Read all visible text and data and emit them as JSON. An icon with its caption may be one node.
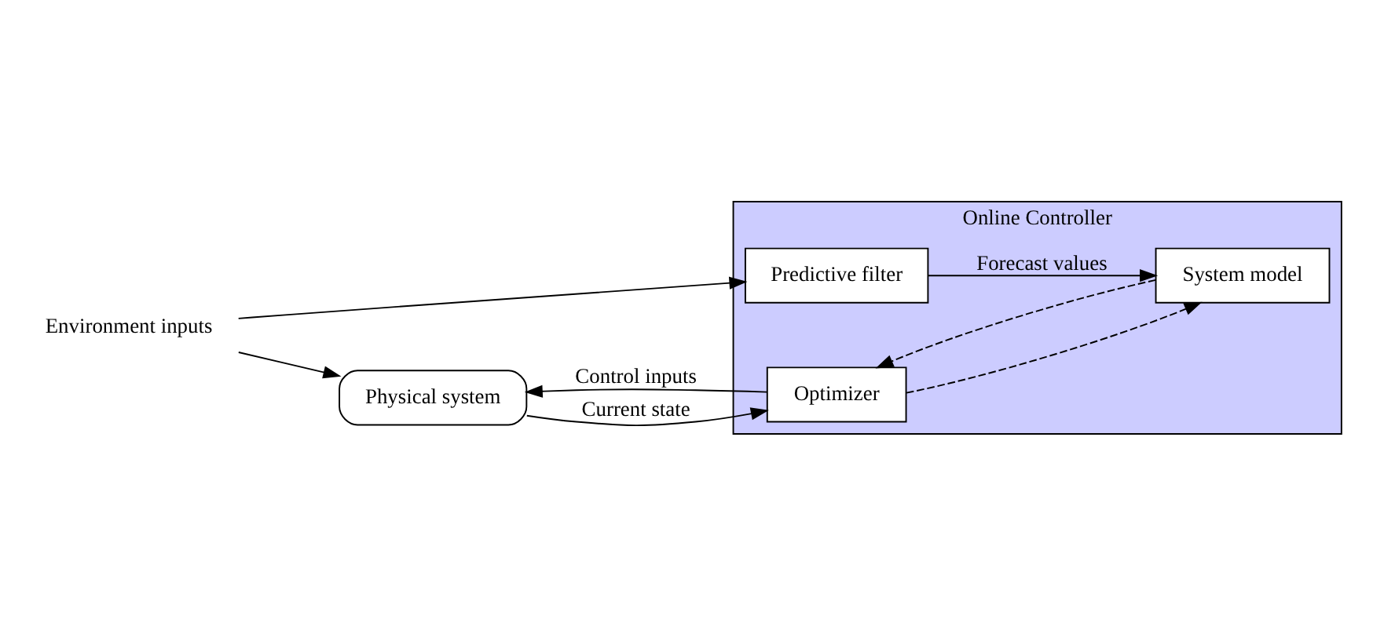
{
  "diagram": {
    "nodes": [
      {
        "text": [
          "Online Controller"
        ]
      },
      {
        "text": [
          "Environment inputs"
        ]
      },
      {
        "text": [
          "Predictive filter"
        ],
        "in": 0
      },
      {
        "text": [
          "System model"
        ],
        "in": 0
      },
      {
        "text": [
          "Physical system"
        ]
      },
      {
        "text": [
          "Optimizer"
        ],
        "in": 0
      }
    ],
    "edges": [
      {
        "from": 1,
        "to": 2,
        "arrow": "to"
      },
      {
        "from": 1,
        "to": 4,
        "arrow": "to"
      },
      {
        "from": 2,
        "to": 3,
        "arrow": "to",
        "label": "Forecast values"
      },
      {
        "from": 5,
        "to": 3,
        "arrow": "to",
        "style": "dashed"
      },
      {
        "from": 3,
        "to": 5,
        "arrow": "to",
        "style": "dashed"
      },
      {
        "from": 4,
        "to": 5,
        "arrow": "to",
        "label": "Current state"
      },
      {
        "from": 5,
        "to": 4,
        "arrow": "to",
        "label": "Control inputs"
      }
    ]
  }
}
